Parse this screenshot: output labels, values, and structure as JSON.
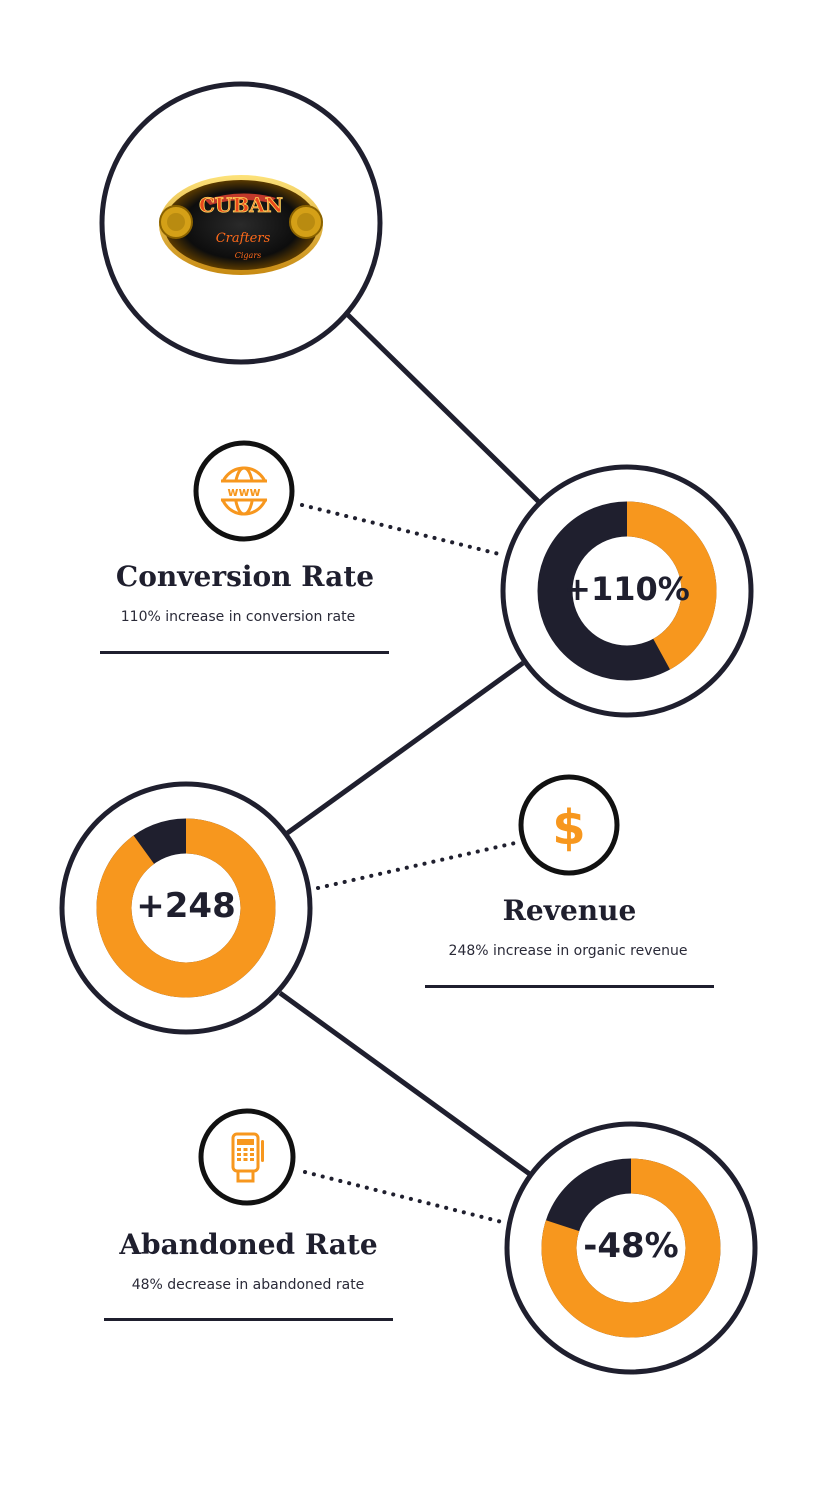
{
  "colors": {
    "accent": "#F7971E",
    "dark": "#1F1F2E",
    "background": "#FFFFFF"
  },
  "logo": {
    "brand_text": "CUBAN",
    "script_text": "Crafters",
    "sub_text": "Cigars"
  },
  "metrics": [
    {
      "id": "conversion",
      "title": "Conversion Rate",
      "description": "110% increase in conversion rate",
      "value_text": "+110%",
      "accent_fraction": 0.42,
      "icon": "globe-www-icon",
      "icon_text": "www"
    },
    {
      "id": "revenue",
      "title": "Revenue",
      "description": "248% increase in organic revenue",
      "value_text": "+248",
      "accent_fraction": 0.9,
      "icon": "dollar-icon",
      "icon_text": "$"
    },
    {
      "id": "abandoned",
      "title": "Abandoned Rate",
      "description": "48% decrease in abandoned rate",
      "value_text": "-48%",
      "accent_fraction": 0.8,
      "icon": "card-terminal-icon",
      "icon_text": ""
    }
  ]
}
